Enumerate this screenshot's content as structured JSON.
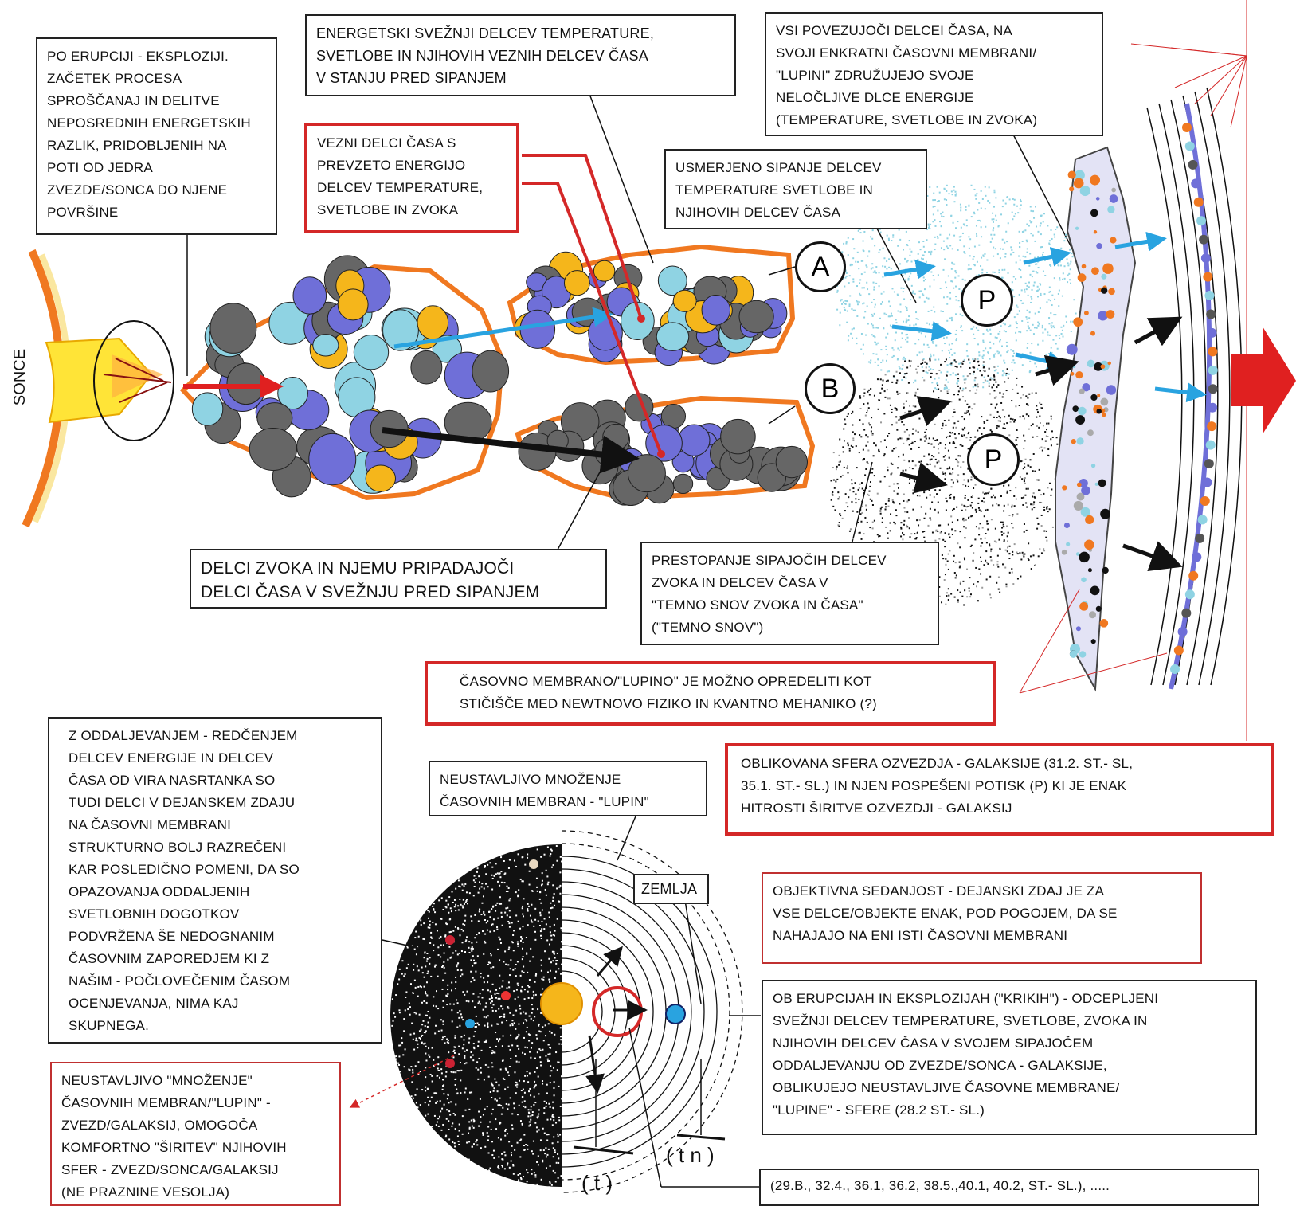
{
  "labels": {
    "sun": "SONCE",
    "earth": "ZEMLJA",
    "marker_a": "A",
    "marker_b": "B",
    "marker_p1": "P",
    "marker_p2": "P",
    "time_t": "( t )",
    "time_tn": "( t n )"
  },
  "boxes": {
    "eruption": "PO ERUPCIJI - EKSPLOZIJI.\nZAČETEK PROCESA\nSPROŠČANAJ IN DELITVE\nNEPOSREDNIH ENERGETSKIH\nRAZLIK, PRIDOBLJENIH NA\nPOTI OD JEDRA\nZVEZDE/SONCA DO NJENE\nPOVRŠINE",
    "energy_bundles": "ENERGETSKI SVEŽNJI DELCEV TEMPERATURE,\nSVETLOBE IN NJIHOVIH VEZNIH DELCEV ČASA\nV STANJU PRED SIPANJEM",
    "binding_particles": "VEZNI DELCI ČASA S\nPREVZETO ENERGIJO\nDELCEV TEMPERATURE,\nSVETLOBE IN ZVOKA",
    "connecting_particles": "VSI POVEZUJOČI DELCEI ČASA, NA\nSVOJI ENKRATNI ČASOVNI MEMBRANI/\n\"LUPINI\" ZDRUŽUJEJO SVOJE\nNELOČLJIVE DLCE ENERGIJE\n(TEMPERATURE, SVETLOBE IN ZVOKA)",
    "directed_scattering": "USMERJENO SIPANJE DELCEV\nTEMPERATURE SVETLOBE IN\nNJIHOVIH DELCEV ČASA",
    "sound_particles": "DELCI ZVOKA IN NJEMU PRIPADAJOČI\nDELCI ČASA V SVEŽNJU PRED SIPANJEM",
    "transition": "PRESTOPANJE SIPAJOČIH DELCEV\nZVOKA IN DELCEV ČASA V\n\"TEMNO SNOV ZVOKA IN ČASA\"\n(\"TEMNO SNOV\")",
    "membrane_def": "ČASOVNO MEMBRANO/\"LUPINO\" JE MOŽNO OPREDELITI KOT\nSTIČIŠČE MED NEWTNOVO FIZIKO IN KVANTNO MEHANIKO (?)",
    "distance": "Z ODDALJEVANJEM - REDČENJEM\nDELCEV ENERGIJE IN DELCEV\nČASA OD VIRA NASRTANKA SO\nTUDI DELCI V DEJANSKEM ZDAJU\nNA ČASOVNI MEMBRANI\nSTRUKTURNO BOLJ RAZREČENI\nKAR POSLEDIČNO POMENI, DA SO\nOPAZOVANJA ODDALJENIH\nSVETLOBNIH DOGOTKOV\nPODVRŽENA ŠE NEDOGNANIM\nČASOVNIM ZAPOREDJEM KI Z\nNAŠIM - POČLOVEČENIM ČASOM\nOCENJEVANJA, NIMA KAJ\nSKUPNEGA.",
    "multiplication": "NEUSTAVLJIVO MNOŽENJE\nČASOVNIH MEMBRAN - \"LUPIN\"",
    "sphere": "OBLIKOVANA SFERA OZVEZDJA - GALAKSIJE (31.2. ST.- SL,\n35.1. ST.- SL.) IN NJEN POSPEŠENI POTISK (P) KI JE ENAK\nHITROSTI ŠIRITVE OZVEZDJI - GALAKSIJ",
    "present": "OBJEKTIVNA SEDANJOST - DEJANSKI ZDAJ JE ZA\nVSE DELCE/OBJEKTE ENAK, POD POGOJEM, DA SE\nNAHAJAJO NA ENI ISTI ČASOVNI MEMBRANI",
    "eruptions": "OB ERUPCIJAH IN EKSPLOZIJAH (\"KRIKIH\") - ODCEPLJENI\nSVEŽNJI DELCEV TEMPERATURE, SVETLOBE, ZVOKA IN\nNJIHOVIH DELCEV ČASA V SVOJEM SIPAJOČEM\nODDALJEVANJU OD ZVEZDE/SONCA - GALAKSIJE,\nOBLIKUJEJO NEUSTAVLJIVE ČASOVNE MEMBRANE/\n\"LUPINE\" - SFERE (28.2 ST.- SL.)",
    "expansion": "NEUSTAVLJIVO \"MNOŽENJE\"\nČASOVNIH MEMBRAN/\"LUPIN\" -\nZVEZD/GALAKSIJ, OMOGOČA\nKOMFORTNO \"ŠIRITEV\" NJIHOVIH\nSFER - ZVEZD/SONCA/GALAKSIJ\n(NE PRAZNINE VESOLJA)",
    "references": "(29.B., 32.4., 36.1, 36.2, 38.5.,40.1, 40.2, ST.- SL.), ....."
  },
  "colors": {
    "outline_orange": "#f07820",
    "particle_yellow": "#f5b61b",
    "particle_cyan": "#8fd3e3",
    "particle_blue": "#6f6fd8",
    "particle_gray": "#666666",
    "arrow_red": "#e02020",
    "arrow_cyan": "#29a3e0",
    "membrane_fill": "#e3e3f5",
    "box_red": "#d42828"
  }
}
